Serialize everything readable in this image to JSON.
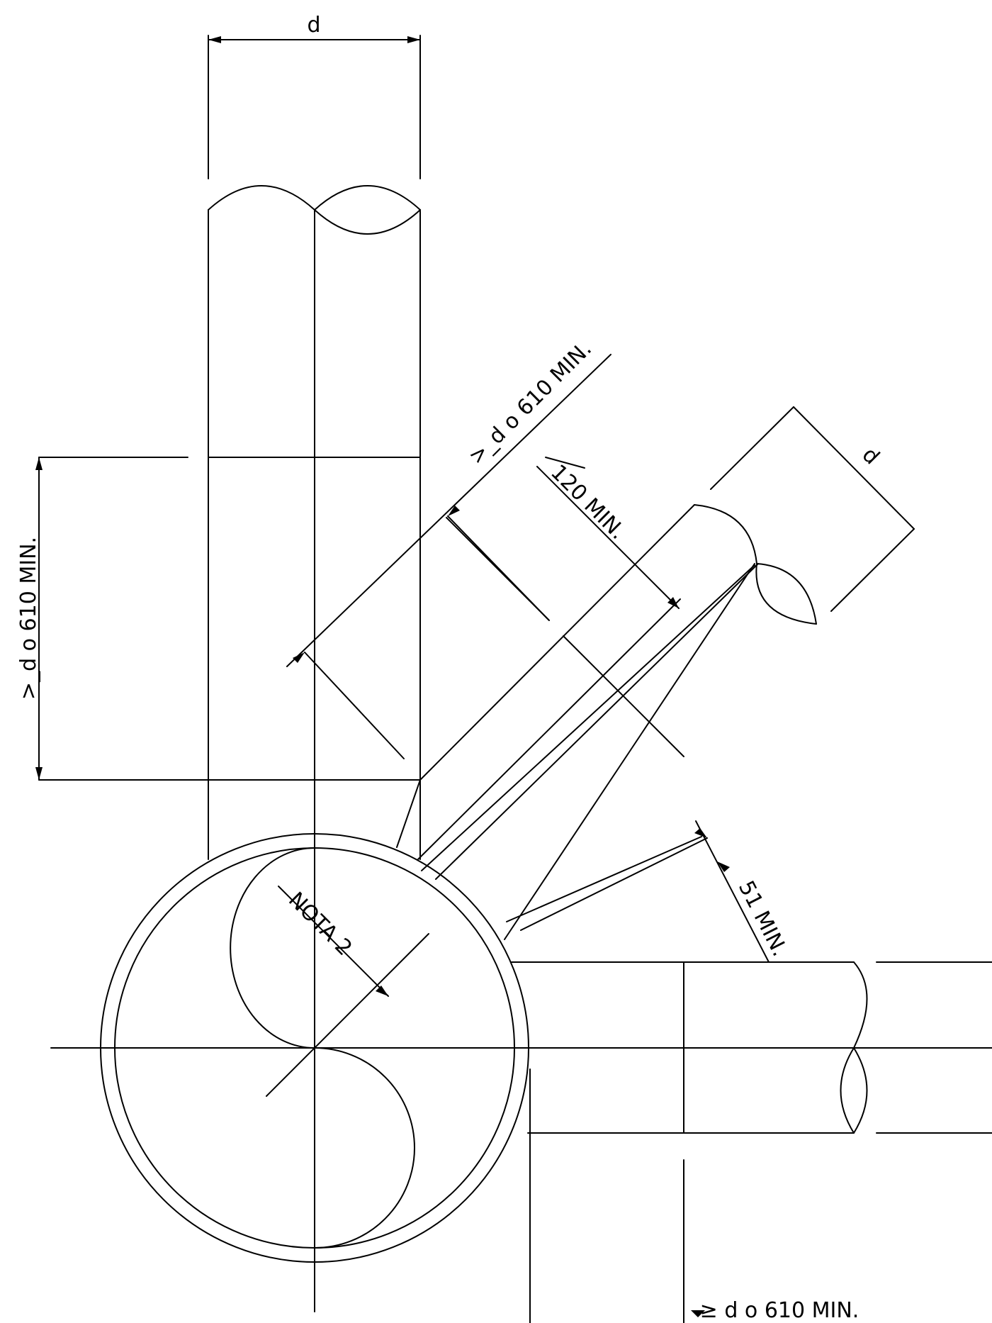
{
  "labels": {
    "top_diameter": "d",
    "diag_diameter": "d",
    "vertical_spacing": ">_d o 610 MIN.",
    "diag_spacing": ">_d o 610 MIN.",
    "gap_120": "120 MIN.",
    "gap_51": "51 MIN.",
    "note": "NOTA 2",
    "bottom_spacing": "≥ d o 610 MIN."
  },
  "colors": {
    "line": "#000000",
    "background": "#ffffff"
  }
}
